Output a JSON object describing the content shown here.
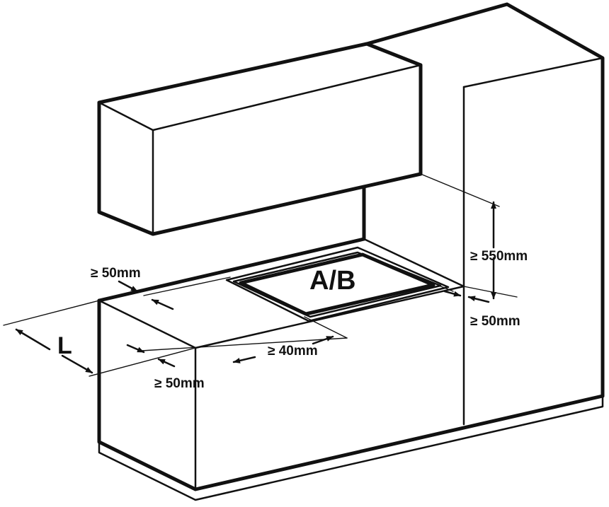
{
  "labels": {
    "side_clearance_top": "≥ 50mm",
    "hob_label": "A/B",
    "height_clearance": "≥ 550mm",
    "rear_clearance_right": "≥ 50mm",
    "length_label": "L",
    "wall_clearance": "≥ 40mm",
    "side_clearance_bottom": "≥ 50mm"
  },
  "colors": {
    "line": "#111111",
    "background": "#ffffff"
  }
}
